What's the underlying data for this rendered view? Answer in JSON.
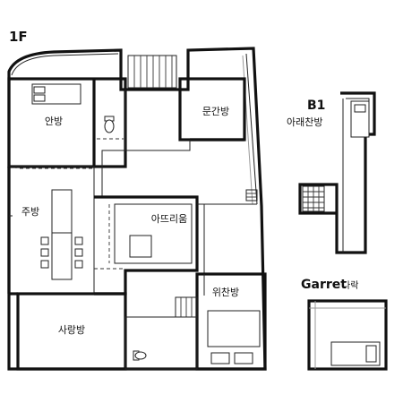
{
  "floors": {
    "ground": {
      "label": "1F"
    },
    "basement": {
      "label": "B1"
    },
    "garret": {
      "label": "Garret",
      "sublabel": "다락"
    }
  },
  "rooms": {
    "anbang": "안방",
    "mungan": "문간방",
    "jubang": "주방",
    "atrium": "아뜨리움",
    "wichan": "위찬방",
    "sarang": "사랑방",
    "araechan": "아래찬방"
  }
}
